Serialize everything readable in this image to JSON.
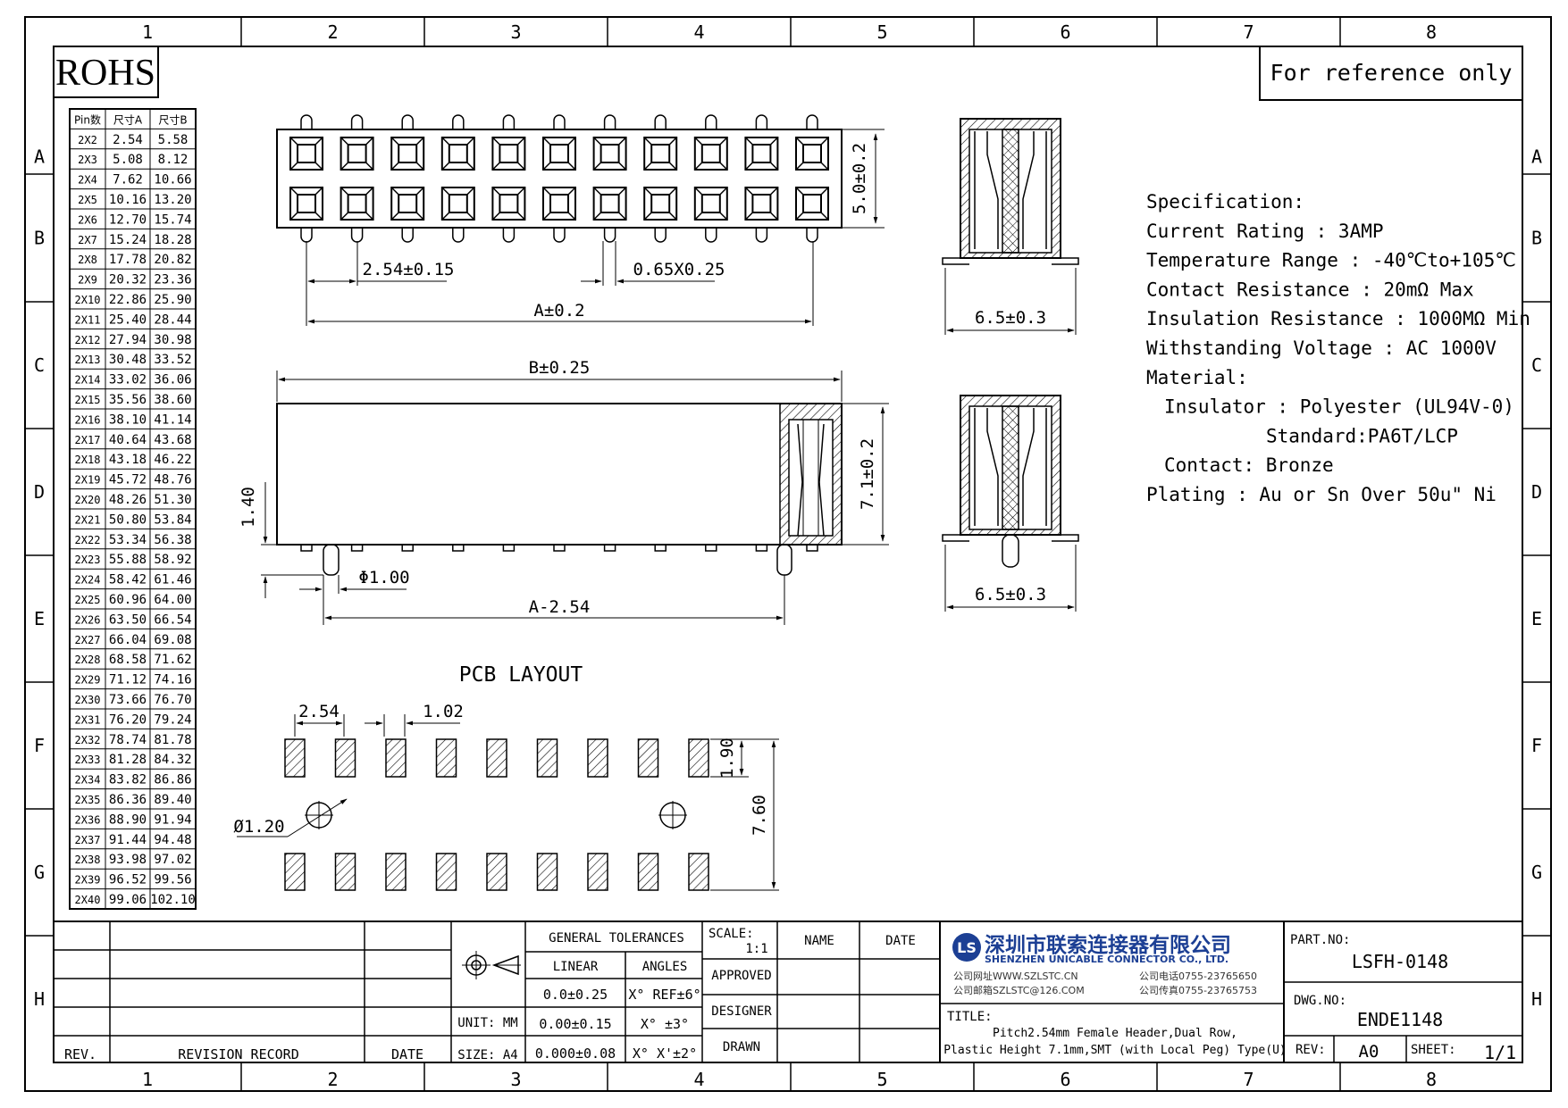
{
  "frame": {
    "columns": [
      "1",
      "2",
      "3",
      "4",
      "5",
      "6",
      "7",
      "8"
    ],
    "rows": [
      "A",
      "B",
      "C",
      "D",
      "E",
      "F",
      "G",
      "H"
    ]
  },
  "rohs": "ROHS",
  "reference_note": "For reference only",
  "pin_table": {
    "headers": [
      "Pin数",
      "尺寸A",
      "尺寸B"
    ],
    "rows": [
      [
        "2X2",
        "2.54",
        "5.58"
      ],
      [
        "2X3",
        "5.08",
        "8.12"
      ],
      [
        "2X4",
        "7.62",
        "10.66"
      ],
      [
        "2X5",
        "10.16",
        "13.20"
      ],
      [
        "2X6",
        "12.70",
        "15.74"
      ],
      [
        "2X7",
        "15.24",
        "18.28"
      ],
      [
        "2X8",
        "17.78",
        "20.82"
      ],
      [
        "2X9",
        "20.32",
        "23.36"
      ],
      [
        "2X10",
        "22.86",
        "25.90"
      ],
      [
        "2X11",
        "25.40",
        "28.44"
      ],
      [
        "2X12",
        "27.94",
        "30.98"
      ],
      [
        "2X13",
        "30.48",
        "33.52"
      ],
      [
        "2X14",
        "33.02",
        "36.06"
      ],
      [
        "2X15",
        "35.56",
        "38.60"
      ],
      [
        "2X16",
        "38.10",
        "41.14"
      ],
      [
        "2X17",
        "40.64",
        "43.68"
      ],
      [
        "2X18",
        "43.18",
        "46.22"
      ],
      [
        "2X19",
        "45.72",
        "48.76"
      ],
      [
        "2X20",
        "48.26",
        "51.30"
      ],
      [
        "2X21",
        "50.80",
        "53.84"
      ],
      [
        "2X22",
        "53.34",
        "56.38"
      ],
      [
        "2X23",
        "55.88",
        "58.92"
      ],
      [
        "2X24",
        "58.42",
        "61.46"
      ],
      [
        "2X25",
        "60.96",
        "64.00"
      ],
      [
        "2X26",
        "63.50",
        "66.54"
      ],
      [
        "2X27",
        "66.04",
        "69.08"
      ],
      [
        "2X28",
        "68.58",
        "71.62"
      ],
      [
        "2X29",
        "71.12",
        "74.16"
      ],
      [
        "2X30",
        "73.66",
        "76.70"
      ],
      [
        "2X31",
        "76.20",
        "79.24"
      ],
      [
        "2X32",
        "78.74",
        "81.78"
      ],
      [
        "2X33",
        "81.28",
        "84.32"
      ],
      [
        "2X34",
        "83.82",
        "86.86"
      ],
      [
        "2X35",
        "86.36",
        "89.40"
      ],
      [
        "2X36",
        "88.90",
        "91.94"
      ],
      [
        "2X37",
        "91.44",
        "94.48"
      ],
      [
        "2X38",
        "93.98",
        "97.02"
      ],
      [
        "2X39",
        "96.52",
        "99.56"
      ],
      [
        "2X40",
        "99.06",
        "102.10"
      ]
    ]
  },
  "top_view": {
    "dim_height": "5.0±0.2",
    "dim_pitch": "2.54±0.15",
    "dim_pin": "0.65X0.25",
    "dim_a": "A±0.2"
  },
  "side_view": {
    "dim_b": "B±0.25",
    "dim_height": "7.1±0.2",
    "dim_standoff": "1.40",
    "dim_peg": "Φ1.00",
    "dim_a254": "A-2.54"
  },
  "end_view": {
    "dim_top": "6.5±0.3",
    "dim_bottom": "6.5±0.3"
  },
  "specification": [
    "Specification:",
    "Current Rating : 3AMP",
    "Temperature Range : -40℃to+105℃",
    "Contact Resistance : 20mΩ Max",
    "Insulation Resistance : 1000MΩ Min",
    "Withstanding Voltage : AC 1000V",
    "Material:",
    "Insulator : Polyester (UL94V-0)",
    "Standard:PA6T/LCP",
    "Contact: Bronze",
    "Plating : Au or Sn Over 50u\" Ni"
  ],
  "pcb_layout": {
    "title": "PCB LAYOUT",
    "dim_pitch": "2.54",
    "dim_pad_w": "1.02",
    "dim_pad_h": "1.90",
    "dim_span": "7.60",
    "dim_hole": "Ø1.20"
  },
  "title_block": {
    "rev_label": "REV.",
    "revision_record": "REVISION RECORD",
    "date_label": "DATE",
    "unit": "UNIT: MM",
    "size": "SIZE: A4",
    "general_tolerances": "GENERAL TOLERANCES",
    "linear": "LINEAR",
    "angles": "ANGLES",
    "tol_linear": [
      "0.0±0.25",
      "0.00±0.15",
      "0.000±0.08"
    ],
    "tol_angles": [
      "X° REF±6°",
      "X° ±3°",
      "X° X'±2°"
    ],
    "scale_label": "SCALE:",
    "scale_value": "1:1",
    "name": "NAME",
    "date": "DATE",
    "approved": "APPROVED",
    "designer": "DESIGNER",
    "drawn": "DRAWN",
    "company_cn": "深圳市联索连接器有限公司",
    "company_en": "SHENZHEN UNICABLE CONNECTOR CO., LTD.",
    "web": "公司网址WWW.SZLSTC.CN",
    "email": "公司邮箱SZLSTC@126.COM",
    "tel": "公司电话0755-23765650",
    "fax": "公司传真0755-23765753",
    "title_label": "TITLE:",
    "title_line1": "Pitch2.54mm Female Header,Dual Row,",
    "title_line2": "Plastic Height 7.1mm,SMT (with Local Peg) Type(U)",
    "part_no_label": "PART.NO:",
    "part_no": "LSFH-0148",
    "dwg_no_label": "DWG.NO:",
    "dwg_no": "ENDE1148",
    "rev_no_label": "REV:",
    "rev_no": "A0",
    "sheet_label": "SHEET:",
    "sheet": "1/1",
    "logo_text": "LS"
  },
  "colors": {
    "ink": "#000000",
    "logo_blue": "#1c3f94"
  }
}
